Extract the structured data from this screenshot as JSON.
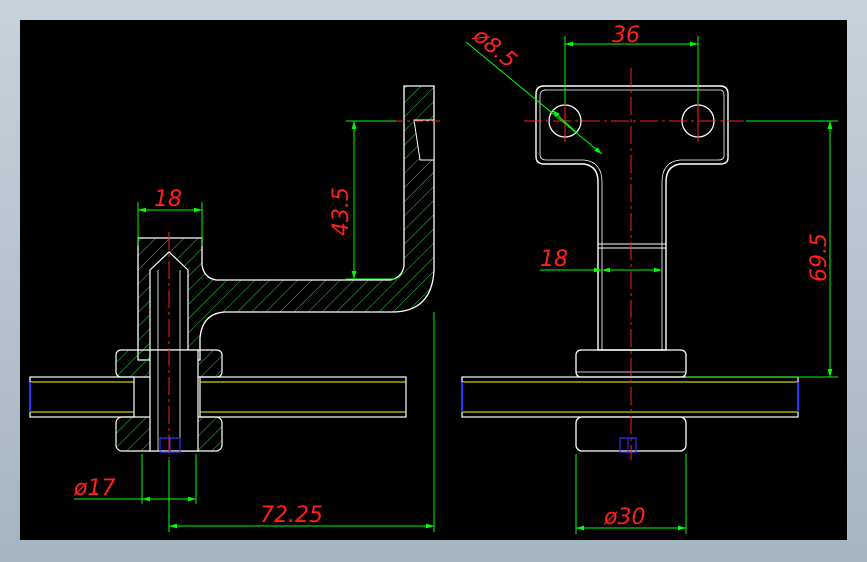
{
  "colors": {
    "frame": "#b9c4d0",
    "canvas": "#000000",
    "outline": "#ffffff",
    "hatch": "#2ecc40",
    "dimension": "#00ff00",
    "dimension_text": "#ff2020",
    "centerline": "#ff2020",
    "plate_edge": "#ffff00",
    "hidden": "#3030ff"
  },
  "dimensions": {
    "left_width": "18",
    "left_height": "43.5",
    "left_diameter": "ø17",
    "left_offset": "72.25",
    "right_hole": "ø8.5",
    "right_spacing": "36",
    "right_neck": "18",
    "right_height": "69.5",
    "right_base": "ø30"
  }
}
